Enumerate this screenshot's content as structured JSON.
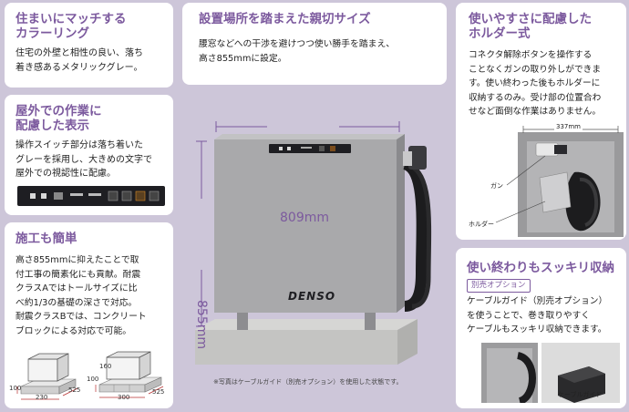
{
  "panels": {
    "color": {
      "title": "住まいにマッチする\nカラーリング",
      "body": "住宅の外壁と相性の良い、落ち\n着き感あるメタリックグレー。"
    },
    "display": {
      "title": "屋外での作業に\n配慮した表示",
      "body": "操作スイッチ部分は落ち着いた\nグレーを採用し、大きめの文字で\n屋外での視認性に配慮。"
    },
    "install": {
      "title": "施工も簡単",
      "body": "高さ855mmに抑えたことで取\n付工事の簡素化にも貢献。耐震\nクラスAではトールサイズに比\nべ約1/3の基礎の深さで対応。\n耐震クラスBでは、コンクリート\nブロックによる対応で可能。",
      "dims_a": [
        "100",
        "230",
        "525"
      ],
      "dims_b": [
        "160",
        "100",
        "300",
        "525"
      ]
    },
    "size": {
      "title": "設置場所を踏まえた親切サイズ",
      "body": "腰窓などへの干渉を避けつつ使い勝手を踏まえ、\n高さ855mmに設定。"
    },
    "holder": {
      "title": "使いやすさに配慮した\nホルダー式",
      "body": "コネクタ解除ボタンを操作する\nことなくガンの取り外しができま\nす。使い終わった後もホルダーに\n収納するのみ。受け部の位置合わ\nせなど面倒な作業はありません。",
      "measure": "337mm",
      "label_gun": "ガン",
      "label_holder": "ホルダー"
    },
    "storage": {
      "title": "使い終わりもスッキリ収納",
      "tag": "別売オプション",
      "body": "ケーブルガイド（別売オプション）\nを使うことで、巻き取りやすく\nケーブルもスッキリ収納できます。",
      "label_guide": "ケーブルガイド"
    }
  },
  "product": {
    "width_label": "809mm",
    "height_label": "855mm",
    "brand": "DENSO",
    "caption": "※写真はケーブルガイド（別売オプション）を使用した状態です。"
  },
  "colors": {
    "accent": "#7c5a9e",
    "background": "#cdc6d9",
    "body": "#a9a9ab"
  }
}
